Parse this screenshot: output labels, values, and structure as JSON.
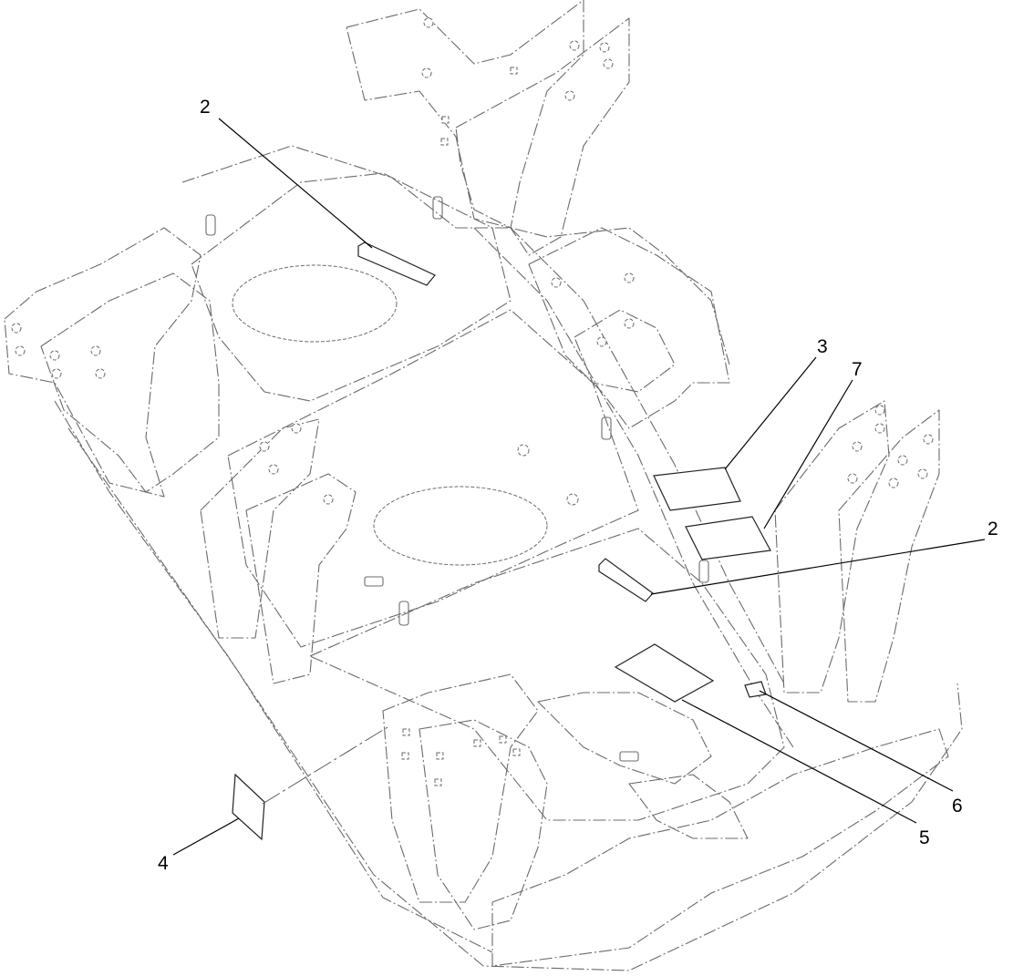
{
  "callouts": [
    {
      "id": "callout-2-top",
      "label": "2"
    },
    {
      "id": "callout-3",
      "label": "3"
    },
    {
      "id": "callout-7",
      "label": "7"
    },
    {
      "id": "callout-2-right",
      "label": "2"
    },
    {
      "id": "callout-6",
      "label": "6"
    },
    {
      "id": "callout-5",
      "label": "5"
    },
    {
      "id": "callout-4",
      "label": "4"
    }
  ],
  "colors": {
    "linework": "#6b6b6b",
    "leader": "#000000",
    "background": "#ffffff"
  }
}
